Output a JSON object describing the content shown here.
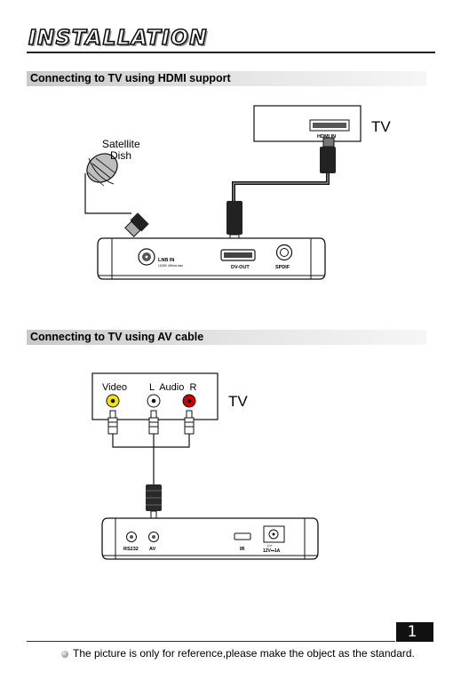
{
  "page": {
    "title": "INSTALLATION",
    "page_number": "1 1"
  },
  "hdmi_section": {
    "heading": "Connecting to TV using HDMI support",
    "tv_label": "TV",
    "tv_port_label": "HDMI IN",
    "dish_label_line1": "Satellite",
    "dish_label_line2": "Dish",
    "receiver_ports": {
      "lnb": "LNB IN",
      "lnb_sub": "13/18V 400mA max",
      "hdmi": "DV-OUT",
      "spdif": "SPDIF"
    }
  },
  "av_section": {
    "heading": "Connecting to TV using AV cable",
    "tv_label": "TV",
    "jack_labels": {
      "video": "Video",
      "audio": "L  Audio  R"
    },
    "receiver_ports": {
      "rs232": "RS232",
      "av": "AV",
      "ir": "IR",
      "power_top": "-(•)+",
      "power": "12V⎓1A"
    }
  },
  "footer": {
    "note": "The picture is only for reference,please make the object as the standard."
  }
}
